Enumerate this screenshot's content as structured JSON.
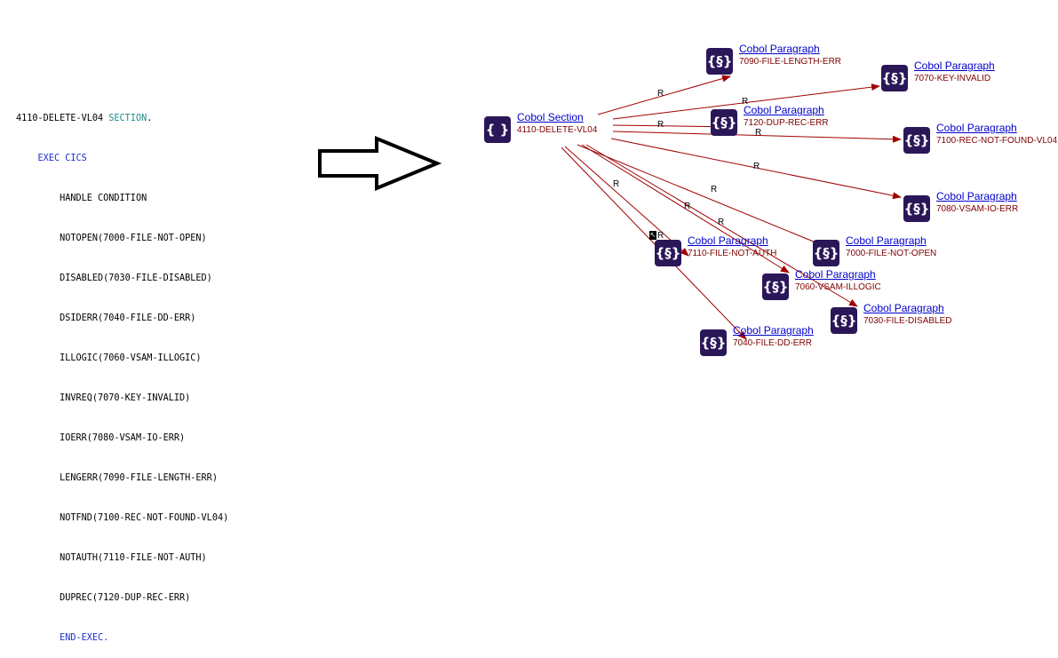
{
  "code": {
    "section_name": "4110-DELETE-VL04",
    "section_kw": "SECTION",
    "exec_kw": "EXEC CICS",
    "handle": "HANDLE CONDITION",
    "conditions": [
      "NOTOPEN(7000-FILE-NOT-OPEN)",
      "DISABLED(7030-FILE-DISABLED)",
      "DSIDERR(7040-FILE-DD-ERR)",
      "ILLOGIC(7060-VSAM-ILLOGIC)",
      "INVREQ(7070-KEY-INVALID)",
      "IOERR(7080-VSAM-IO-ERR)",
      "LENGERR(7090-FILE-LENGTH-ERR)",
      "NOTFND(7100-REC-NOT-FOUND-VL04)",
      "NOTAUTH(7110-FILE-NOT-AUTH)",
      "DUPREC(7120-DUP-REC-ERR)"
    ],
    "end_exec": "END-EXEC"
  },
  "graph": {
    "root": {
      "type": "Cobol Section",
      "name": "4110-DELETE-VL04",
      "icon": "{ }"
    },
    "edge_label": "R",
    "paragraph_icon": "{§}",
    "nodes": [
      {
        "type": "Cobol Paragraph",
        "name": "7090-FILE-LENGTH-ERR"
      },
      {
        "type": "Cobol Paragraph",
        "name": "7070-KEY-INVALID"
      },
      {
        "type": "Cobol Paragraph",
        "name": "7120-DUP-REC-ERR"
      },
      {
        "type": "Cobol Paragraph",
        "name": "7100-REC-NOT-FOUND-VL04"
      },
      {
        "type": "Cobol Paragraph",
        "name": "7080-VSAM-IO-ERR"
      },
      {
        "type": "Cobol Paragraph",
        "name": "7110-FILE-NOT-AUTH"
      },
      {
        "type": "Cobol Paragraph",
        "name": "7000-FILE-NOT-OPEN"
      },
      {
        "type": "Cobol Paragraph",
        "name": "7060-VSAM-ILLOGIC"
      },
      {
        "type": "Cobol Paragraph",
        "name": "7030-FILE-DISABLED"
      },
      {
        "type": "Cobol Paragraph",
        "name": "7040-FILE-DD-ERR"
      }
    ],
    "colors": {
      "edge": "#a00000",
      "icon_bg": "#2a1758",
      "link": "#0000cc",
      "name": "#800000"
    }
  }
}
